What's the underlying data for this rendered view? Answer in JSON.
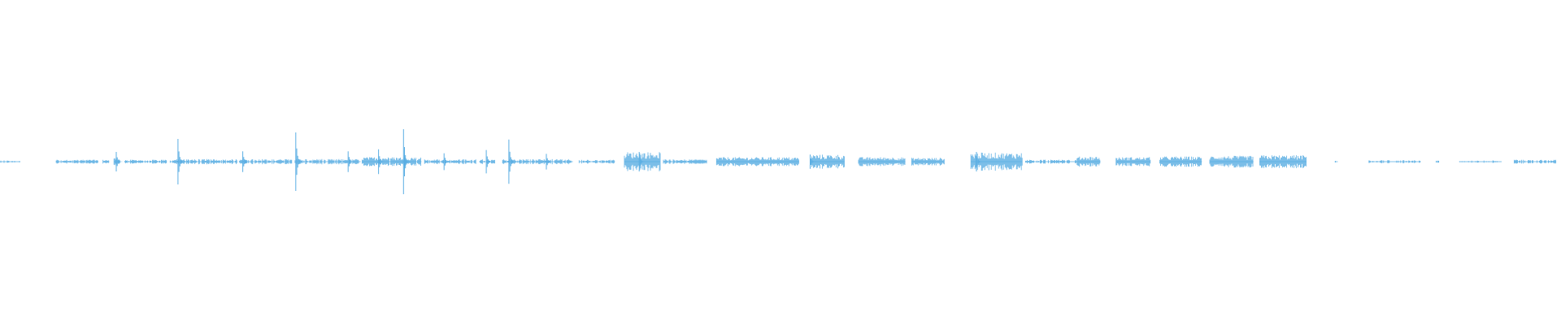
{
  "waveform": {
    "color": "#5aaee3",
    "background": "#ffffff",
    "segments": [
      {
        "start": 0.0,
        "end": 0.013,
        "amp": 0.004,
        "density": 0.35
      },
      {
        "start": 0.036,
        "end": 0.063,
        "amp": 0.006,
        "density": 0.8
      },
      {
        "start": 0.066,
        "end": 0.07,
        "amp": 0.006,
        "density": 0.8
      },
      {
        "start": 0.073,
        "end": 0.077,
        "amp": 0.012,
        "density": 1.0
      },
      {
        "start": 0.08,
        "end": 0.107,
        "amp": 0.006,
        "density": 0.8
      },
      {
        "start": 0.109,
        "end": 0.152,
        "amp": 0.008,
        "density": 0.8
      },
      {
        "start": 0.153,
        "end": 0.187,
        "amp": 0.008,
        "density": 0.8
      },
      {
        "start": 0.189,
        "end": 0.231,
        "amp": 0.008,
        "density": 0.8
      },
      {
        "start": 0.232,
        "end": 0.27,
        "amp": 0.014,
        "density": 0.9
      },
      {
        "start": 0.272,
        "end": 0.305,
        "amp": 0.007,
        "density": 0.8
      },
      {
        "start": 0.307,
        "end": 0.317,
        "amp": 0.007,
        "density": 0.8
      },
      {
        "start": 0.322,
        "end": 0.367,
        "amp": 0.008,
        "density": 0.8
      },
      {
        "start": 0.371,
        "end": 0.394,
        "amp": 0.006,
        "density": 0.7
      },
      {
        "start": 0.4,
        "end": 0.423,
        "amp": 0.03,
        "density": 1.0
      },
      {
        "start": 0.425,
        "end": 0.453,
        "amp": 0.007,
        "density": 0.9
      },
      {
        "start": 0.459,
        "end": 0.512,
        "amp": 0.014,
        "density": 1.0
      },
      {
        "start": 0.519,
        "end": 0.541,
        "amp": 0.022,
        "density": 1.0
      },
      {
        "start": 0.55,
        "end": 0.58,
        "amp": 0.014,
        "density": 1.0
      },
      {
        "start": 0.584,
        "end": 0.605,
        "amp": 0.012,
        "density": 1.0
      },
      {
        "start": 0.622,
        "end": 0.655,
        "amp": 0.028,
        "density": 1.0
      },
      {
        "start": 0.657,
        "end": 0.69,
        "amp": 0.006,
        "density": 0.7
      },
      {
        "start": 0.69,
        "end": 0.705,
        "amp": 0.016,
        "density": 1.0
      },
      {
        "start": 0.715,
        "end": 0.737,
        "amp": 0.014,
        "density": 1.0
      },
      {
        "start": 0.743,
        "end": 0.77,
        "amp": 0.016,
        "density": 1.0
      },
      {
        "start": 0.775,
        "end": 0.803,
        "amp": 0.018,
        "density": 1.0
      },
      {
        "start": 0.807,
        "end": 0.837,
        "amp": 0.02,
        "density": 1.0
      },
      {
        "start": 0.855,
        "end": 0.857,
        "amp": 0.003,
        "density": 0.3
      },
      {
        "start": 0.877,
        "end": 0.91,
        "amp": 0.005,
        "density": 0.4
      },
      {
        "start": 0.92,
        "end": 0.922,
        "amp": 0.003,
        "density": 0.3
      },
      {
        "start": 0.935,
        "end": 0.962,
        "amp": 0.004,
        "density": 0.4
      },
      {
        "start": 0.97,
        "end": 0.997,
        "amp": 0.006,
        "density": 0.6
      }
    ],
    "spikes": [
      {
        "pos": 0.0745,
        "amp": 0.03
      },
      {
        "pos": 0.114,
        "amp": 0.07
      },
      {
        "pos": 0.1555,
        "amp": 0.032
      },
      {
        "pos": 0.1895,
        "amp": 0.09
      },
      {
        "pos": 0.223,
        "amp": 0.032
      },
      {
        "pos": 0.2425,
        "amp": 0.038
      },
      {
        "pos": 0.2585,
        "amp": 0.1
      },
      {
        "pos": 0.2845,
        "amp": 0.026
      },
      {
        "pos": 0.3115,
        "amp": 0.036
      },
      {
        "pos": 0.326,
        "amp": 0.068
      },
      {
        "pos": 0.35,
        "amp": 0.024
      },
      {
        "pos": 0.4095,
        "amp": 0.03
      },
      {
        "pos": 0.519,
        "amp": 0.022
      },
      {
        "pos": 0.6255,
        "amp": 0.03
      }
    ]
  }
}
